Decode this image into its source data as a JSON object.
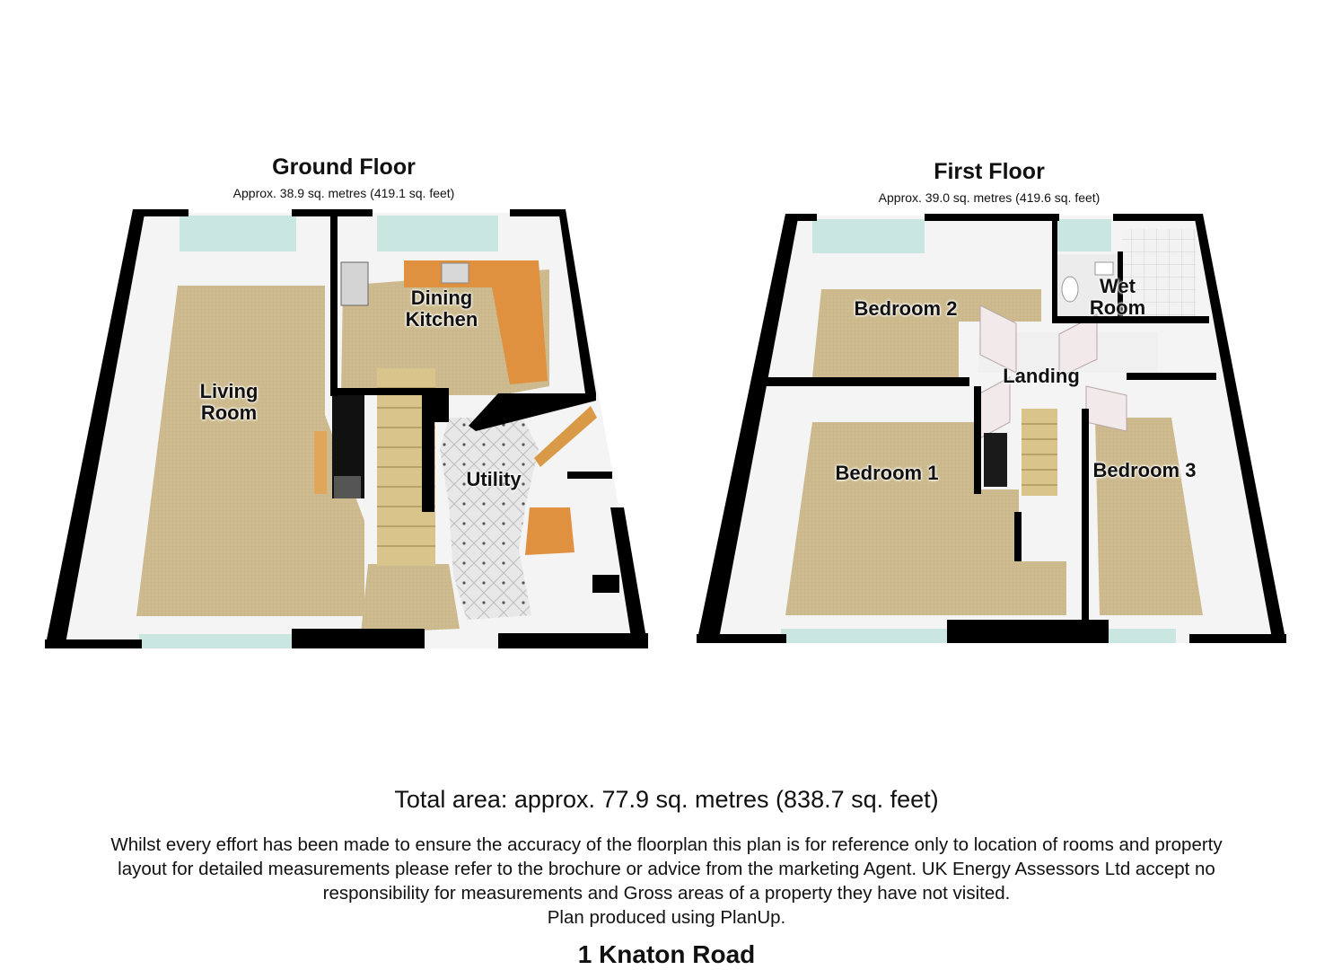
{
  "ground_floor": {
    "title": "Ground Floor",
    "area": "Approx. 38.9 sq. metres (419.1 sq. feet)",
    "rooms": {
      "living_room": "Living\nRoom",
      "dining_kitchen": "Dining\nKitchen",
      "utility": "Utility"
    }
  },
  "first_floor": {
    "title": "First Floor",
    "area": "Approx. 39.0 sq. metres (419.6 sq. feet)",
    "rooms": {
      "bedroom_1": "Bedroom 1",
      "bedroom_2": "Bedroom 2",
      "bedroom_3": "Bedroom 3",
      "wet_room": "Wet\nRoom",
      "landing": "Landing"
    }
  },
  "total_area": "Total area: approx. 77.9 sq. metres (838.7 sq. feet)",
  "disclaimer": [
    "Whilst every effort has been made to ensure the accuracy of the floorplan this plan is for reference only to location of rooms and property",
    "layout for detailed measurements please refer to the brochure or advice from the marketing Agent. UK Energy Assessors Ltd accept no",
    "responsibility for measurements and Gross areas of a property they have not visited.",
    "Plan produced using PlanUp."
  ],
  "address": "1 Knaton Road",
  "colors": {
    "wall": "#000000",
    "floor_carpet": "#cdbb8f",
    "floor_tile": "#e6e6e6",
    "wall_inner": "#f4f4f4",
    "window": "#c9e6e0",
    "worktop": "#e0913f"
  }
}
